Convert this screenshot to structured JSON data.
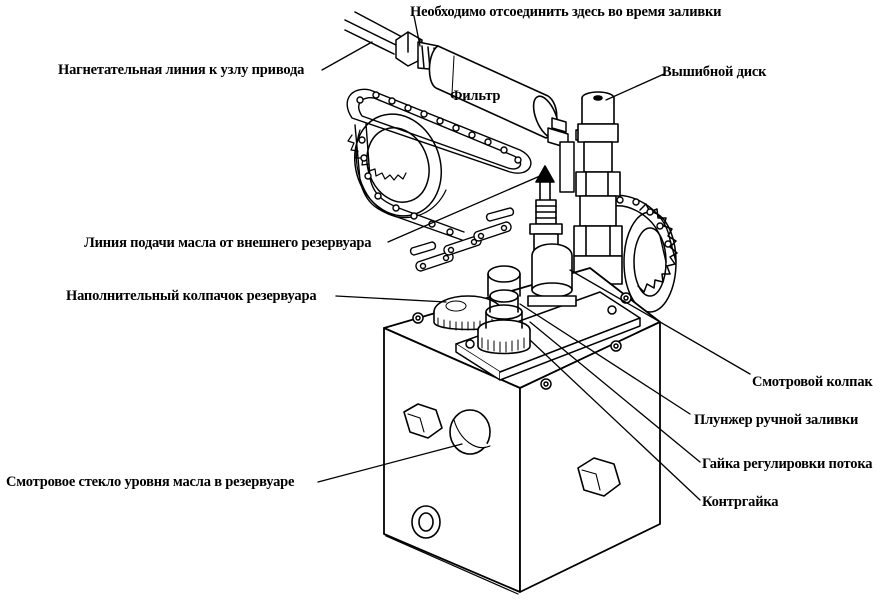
{
  "labels": {
    "disconnect": "Необходимо отсоединить здесь во время заливки",
    "pressure_line": "Нагнетательная линия к узлу привода",
    "filter": "Фильтр",
    "burst_disc": "Вышибной диск",
    "supply_line": "Линия подачи масла от внешнего резервуара",
    "filler_cap": "Наполнительный колпачок резервуара",
    "sight_dome": "Смотровой колпак",
    "plunger": "Плунжер ручной заливки",
    "flow_nut": "Гайка регулировки потока",
    "lock_nut": "Контргайка",
    "sight_glass": "Смотровое стекло уровня масла в резервуаре"
  }
}
